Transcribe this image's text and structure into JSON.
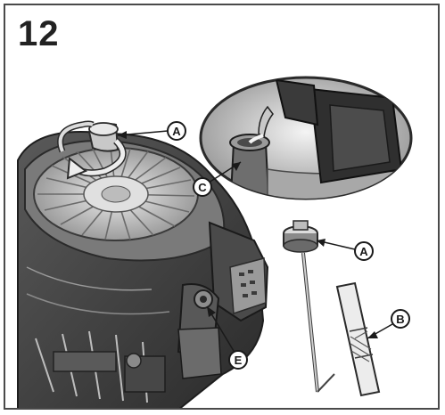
{
  "figure": {
    "step_number": "12",
    "callouts": {
      "a_top": "A",
      "a_right": "A",
      "b": "B",
      "c": "C",
      "e": "E"
    }
  },
  "colors": {
    "frame": "#4a4a4a",
    "engine_dark": "#3a3a3a",
    "engine_mid": "#6d6d6d",
    "engine_light": "#b9b9b9",
    "background": "#ffffff"
  },
  "icons": [
    "rotate-arrow-icon",
    "oil-bottle-icon",
    "dipstick-icon",
    "oil-level-marks-icon"
  ]
}
